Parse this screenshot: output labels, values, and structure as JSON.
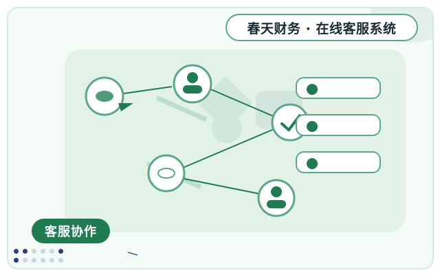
{
  "header": {
    "title": "春天财务 · 在线客服系统"
  },
  "badge": {
    "label": "客服协作"
  },
  "colors": {
    "accent": "#1e7b52",
    "outline": "#5aa888",
    "panel": "#e3f2e9",
    "card": "#f4faf6",
    "dot_dark": "#2a3f7a",
    "dot_light": "#c9d6ea"
  },
  "icons": {
    "node_chat": "chat-bubble-icon",
    "node_user_top": "user-icon",
    "node_check": "check-icon",
    "node_eye": "eye-icon",
    "node_user_bottom": "user-icon"
  },
  "list_items": [
    {
      "status": "active"
    },
    {
      "status": "active"
    },
    {
      "status": "active"
    }
  ]
}
